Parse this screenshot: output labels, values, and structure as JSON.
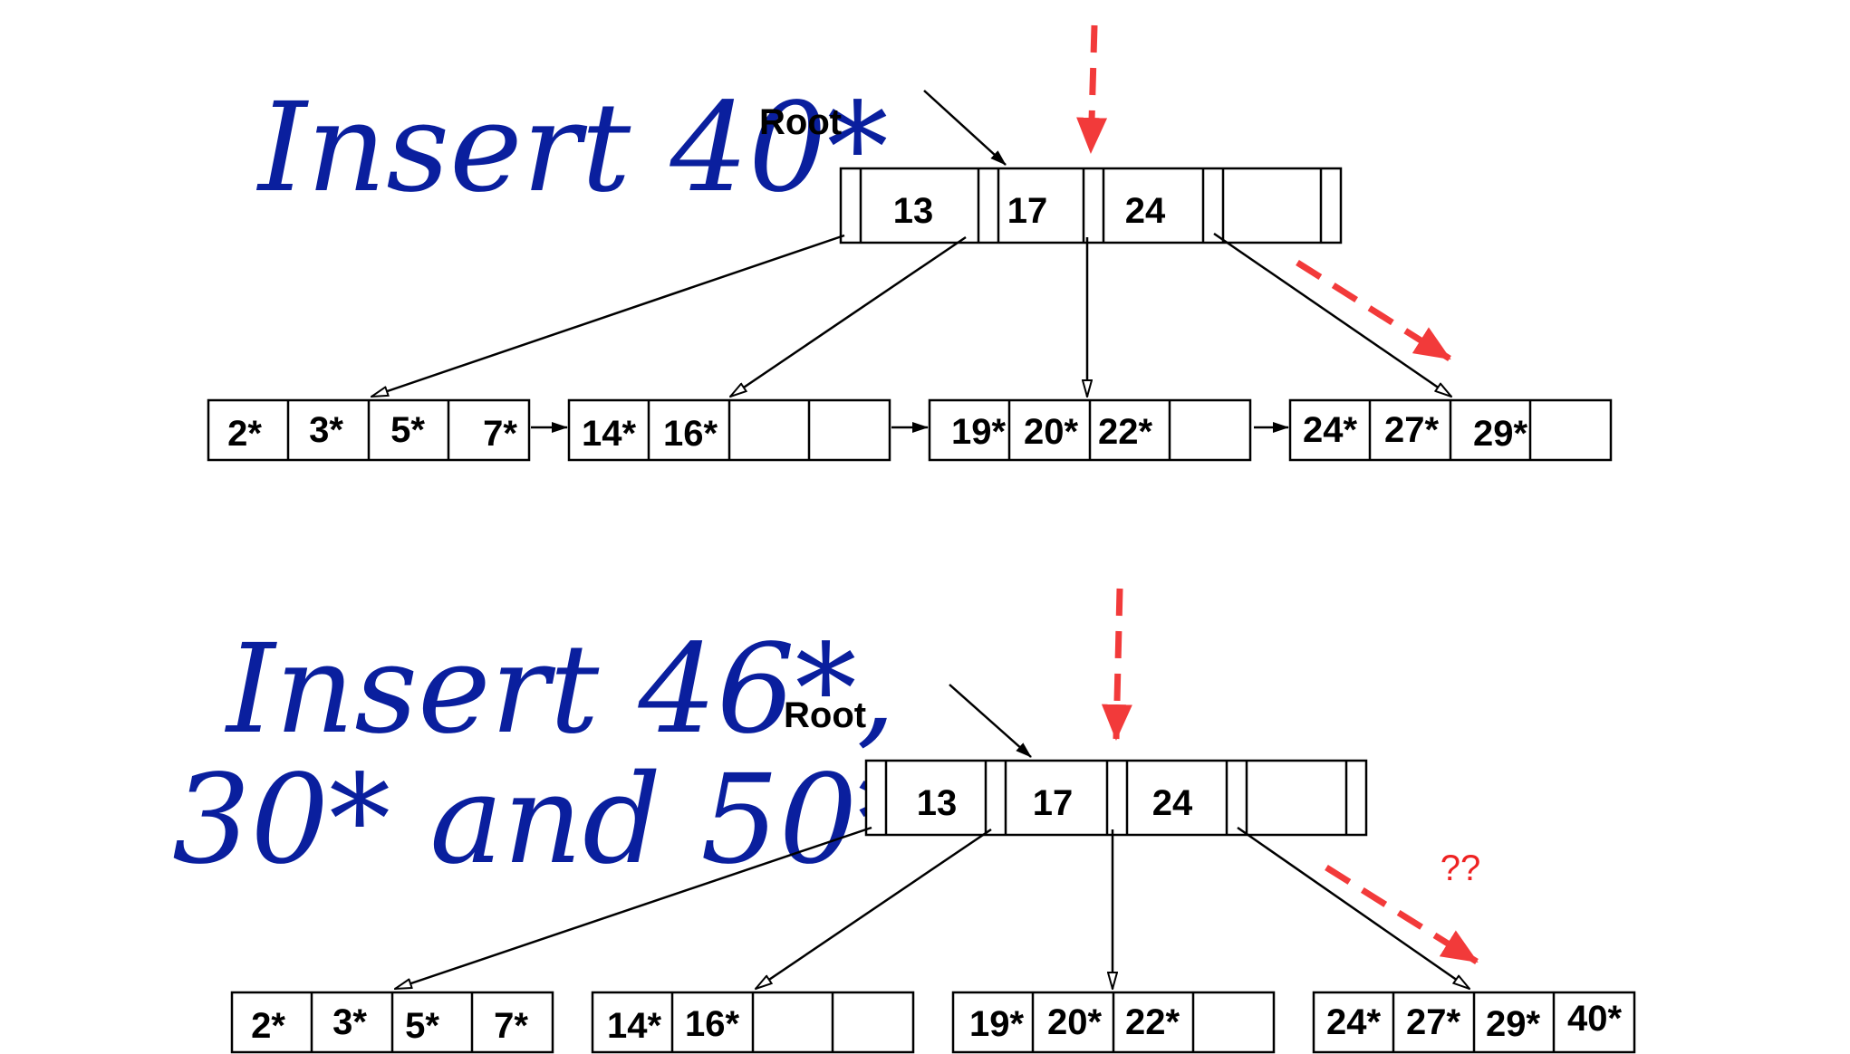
{
  "panels": [
    {
      "title_lines": [
        "Insert 40*"
      ],
      "root_label": "Root",
      "root_keys": [
        "13",
        "17",
        "24",
        ""
      ],
      "leaves": [
        [
          "2*",
          "3*",
          "5*",
          "7*"
        ],
        [
          "14*",
          "16*",
          "",
          ""
        ],
        [
          "19*",
          "20*",
          "22*",
          ""
        ],
        [
          "24*",
          "27*",
          "29*",
          ""
        ]
      ],
      "note": ""
    },
    {
      "title_lines": [
        "Insert 46*,",
        "30* and 50*"
      ],
      "root_label": "Root",
      "root_keys": [
        "13",
        "17",
        "24",
        ""
      ],
      "leaves": [
        [
          "2*",
          "3*",
          "5*",
          "7*"
        ],
        [
          "14*",
          "16*",
          "",
          ""
        ],
        [
          "19*",
          "20*",
          "22*",
          ""
        ],
        [
          "24*",
          "27*",
          "29*",
          "40*"
        ]
      ],
      "note": "??"
    }
  ],
  "colors": {
    "title": "#0a1f9e",
    "highlight_arrow": "#f23a3a",
    "note": "#ee2222"
  }
}
